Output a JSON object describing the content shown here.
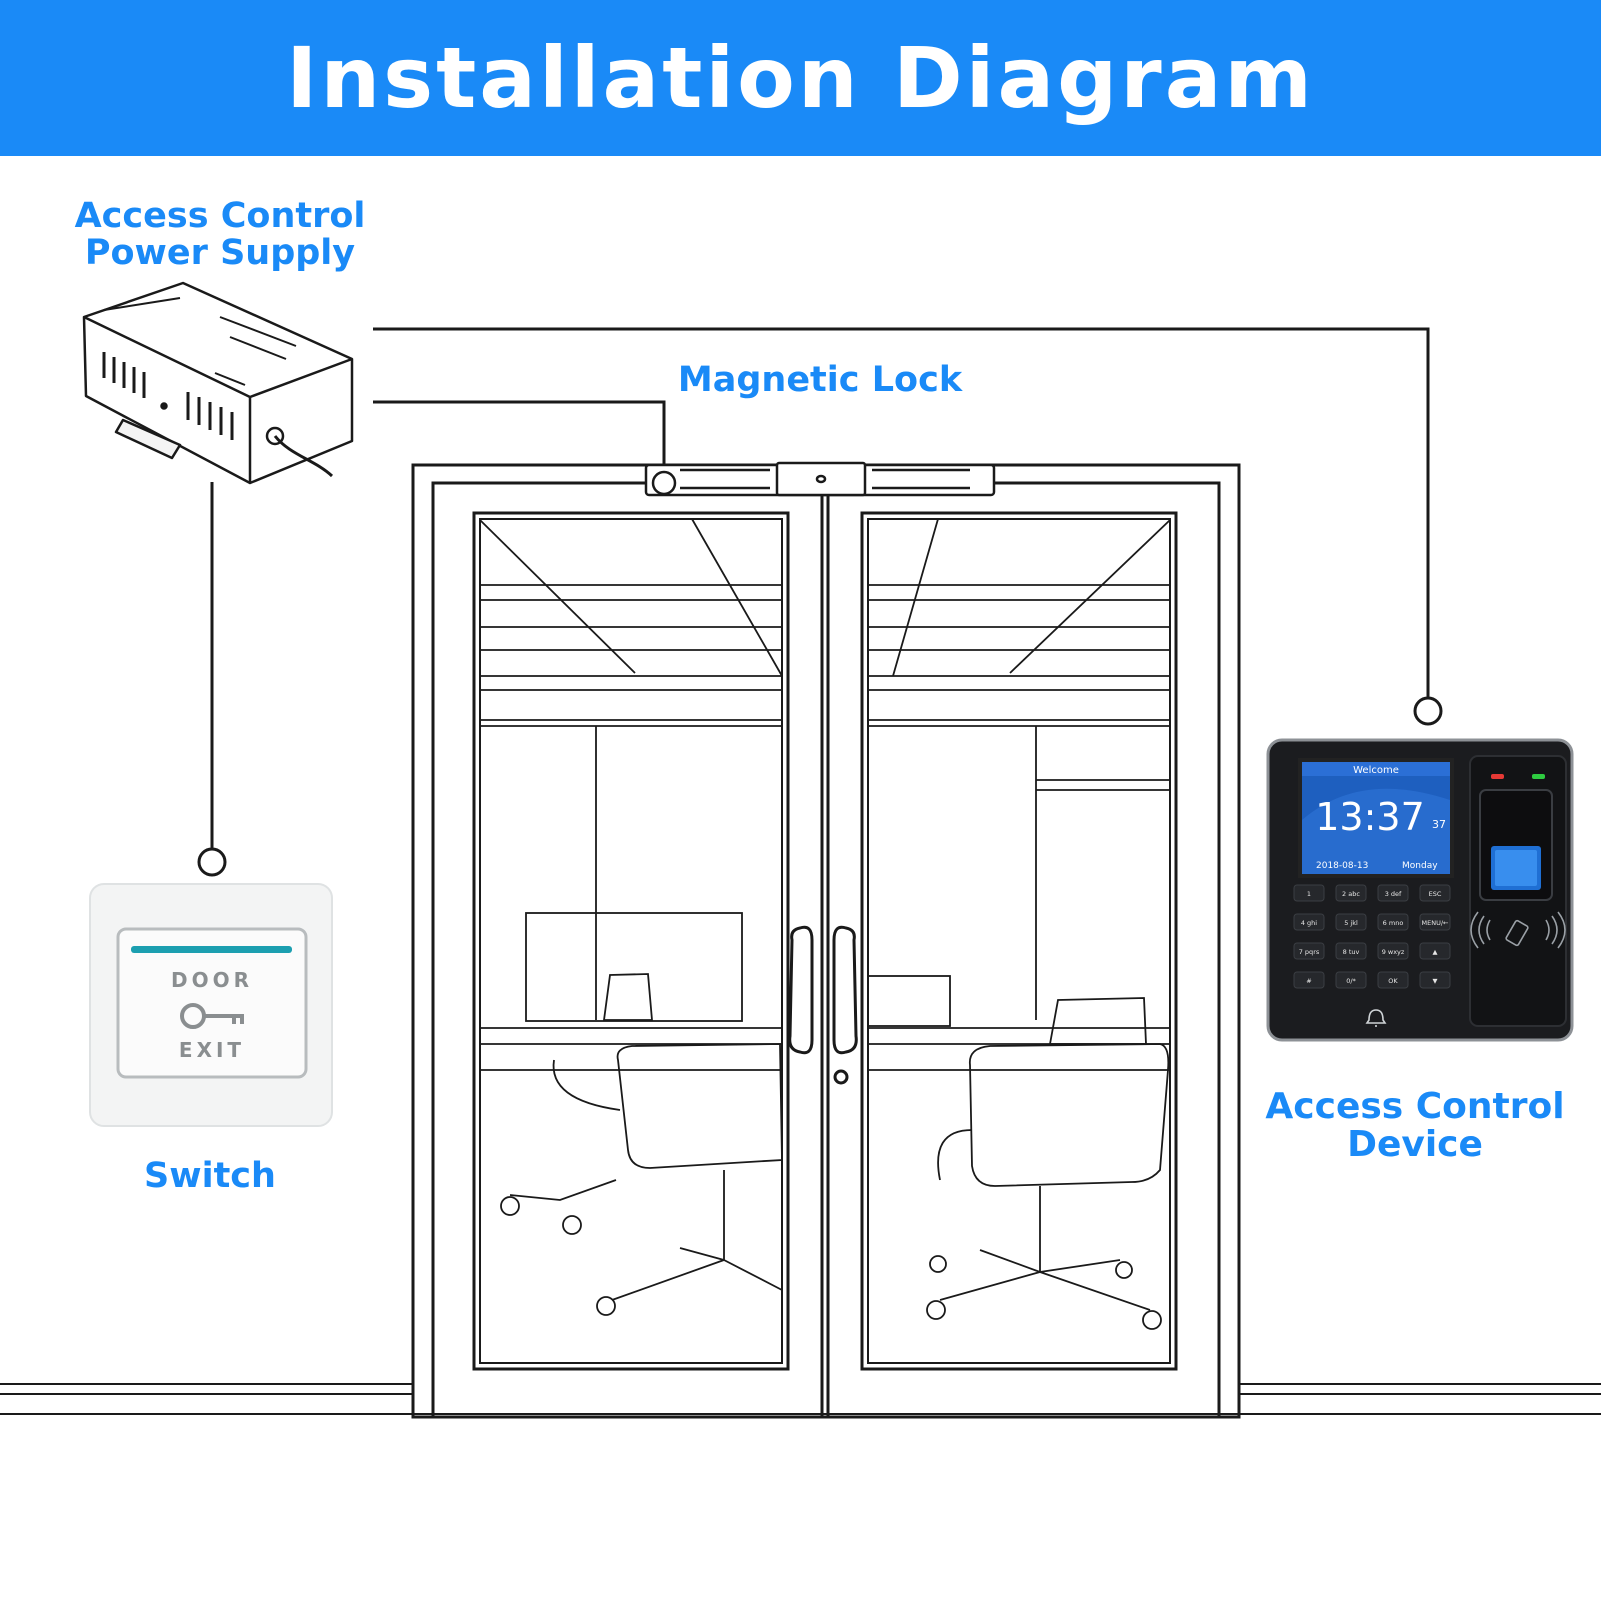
{
  "header": {
    "title": "Installation Diagram"
  },
  "labels": {
    "power_supply": [
      "Access Control",
      "Power Supply"
    ],
    "magnetic_lock": "Magnetic Lock",
    "switch": "Switch",
    "access_device": [
      "Access Control",
      "Device"
    ]
  },
  "exit_button": {
    "top_text": "DOOR",
    "bottom_text": "EXIT"
  },
  "device_screen": {
    "welcome": "Welcome",
    "time": "13:37",
    "seconds": "37",
    "date": "2018-08-13",
    "weekday": "Monday"
  },
  "keypad": [
    [
      "1",
      "2 abc",
      "3 def",
      "ESC"
    ],
    [
      "4 ghi",
      "5 jkl",
      "6 mno",
      "MENU/←"
    ],
    [
      "7 pqrs",
      "8 tuv",
      "9 wxyz",
      "▲"
    ],
    [
      "#",
      "0/*",
      "OK",
      "▼"
    ]
  ],
  "colors": {
    "accent": "#1a8af7",
    "line": "#1a1a1a",
    "device_body": "#1b1c1f",
    "screen_bg": "#1e5fbf",
    "led_red": "#e53935",
    "led_green": "#2ecc40"
  }
}
